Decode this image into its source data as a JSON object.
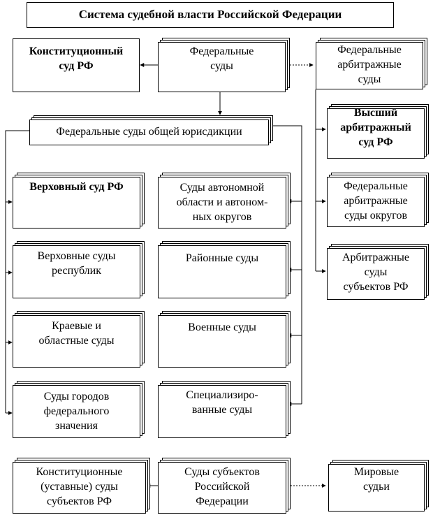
{
  "title": "Система судебной власти Российской Федерации",
  "nodes": {
    "constitutional_court": "Конституционный\nсуд РФ",
    "federal_courts": "Федеральные\nсуды",
    "federal_arbitration_courts": "Федеральные\nарбитражные\nсуды",
    "general_jurisdiction": "Федеральные суды общей юрисдикции",
    "supreme_arbitration_court": "Высший\nарбитражный\nсуд РФ",
    "supreme_court": "Верховный суд РФ",
    "autonomous_courts": "Суды автономной\nобласти и автоном-\nных округов",
    "district_arbitration_courts": "Федеральные\nарбитражные\nсуды округов",
    "republic_supreme_courts": "Верховные суды\nреспублик",
    "district_courts": "Районные суды",
    "subject_arbitration_courts": "Арбитражные\nсуды\nсубъектов РФ",
    "regional_courts": "Краевые и\nобластные суды",
    "military_courts": "Военные суды",
    "federal_city_courts": "Суды городов\nфедерального\nзначения",
    "specialized_courts": "Специализиро-\nванные суды",
    "subject_constitutional_courts": "Конституционные\n(уставные) суды\nсубъектов РФ",
    "subject_courts": "Суды субъектов\nРоссийской\nФедерации",
    "justices_of_peace": "Мировые\nсудьи"
  }
}
